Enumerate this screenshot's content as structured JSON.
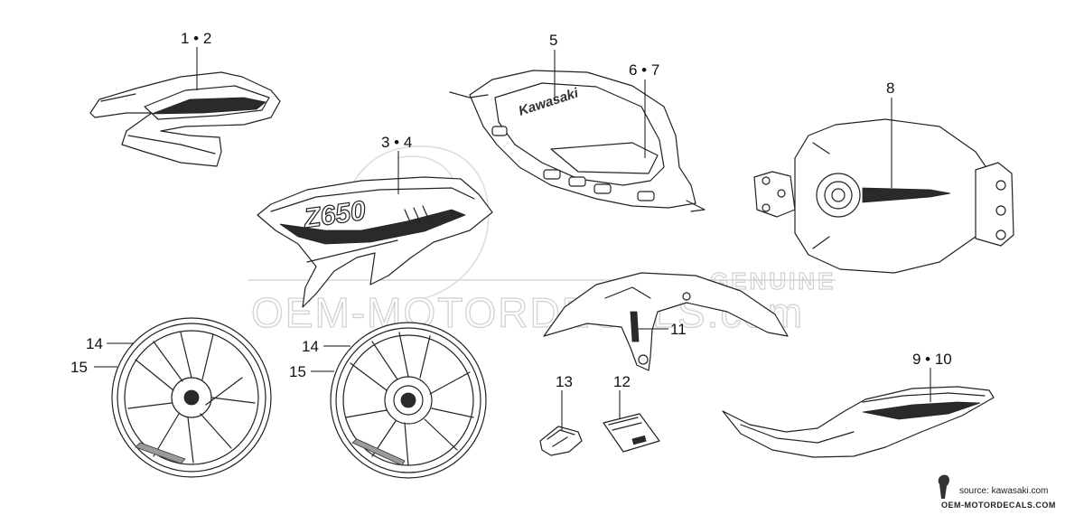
{
  "callouts": {
    "c1_2": "1 • 2",
    "c3_4": "3 • 4",
    "c5": "5",
    "c6_7": "6 • 7",
    "c8": "8",
    "c9_10": "9 • 10",
    "c11": "11",
    "c12": "12",
    "c13": "13",
    "c14a": "14",
    "c15a": "15",
    "c14b": "14",
    "c15b": "15"
  },
  "decal_text": {
    "tank_logo": "Kawasaki",
    "shroud_logo": "Z650"
  },
  "watermark": {
    "genuine": "GENUINE",
    "site": "OEM-MOTORDECALS.com"
  },
  "footer": {
    "source": "source: kawasaki.com",
    "site": "OEM-MOTORDECALS.COM"
  }
}
